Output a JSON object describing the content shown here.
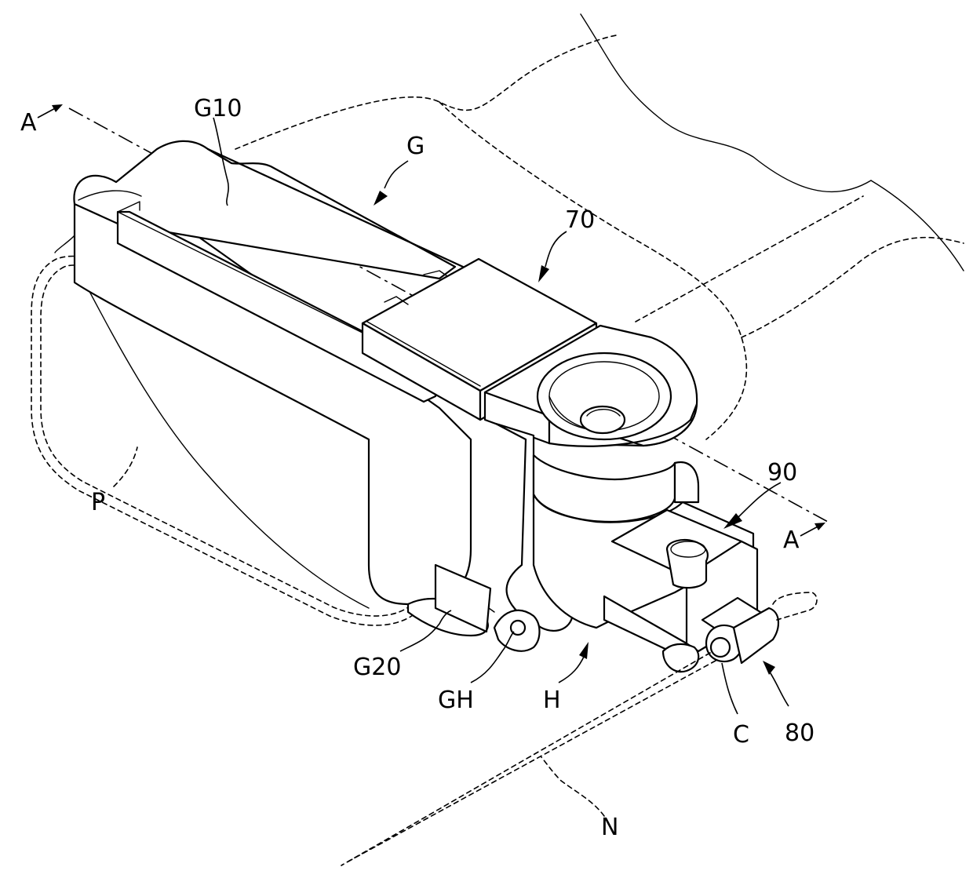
{
  "figure": {
    "labels": {
      "A_left": "A",
      "A_right": "A",
      "G10": "G10",
      "G": "G",
      "70": "70",
      "90": "90",
      "P": "P",
      "G20": "G20",
      "GH": "GH",
      "H": "H",
      "C": "C",
      "80": "80",
      "N": "N"
    }
  }
}
